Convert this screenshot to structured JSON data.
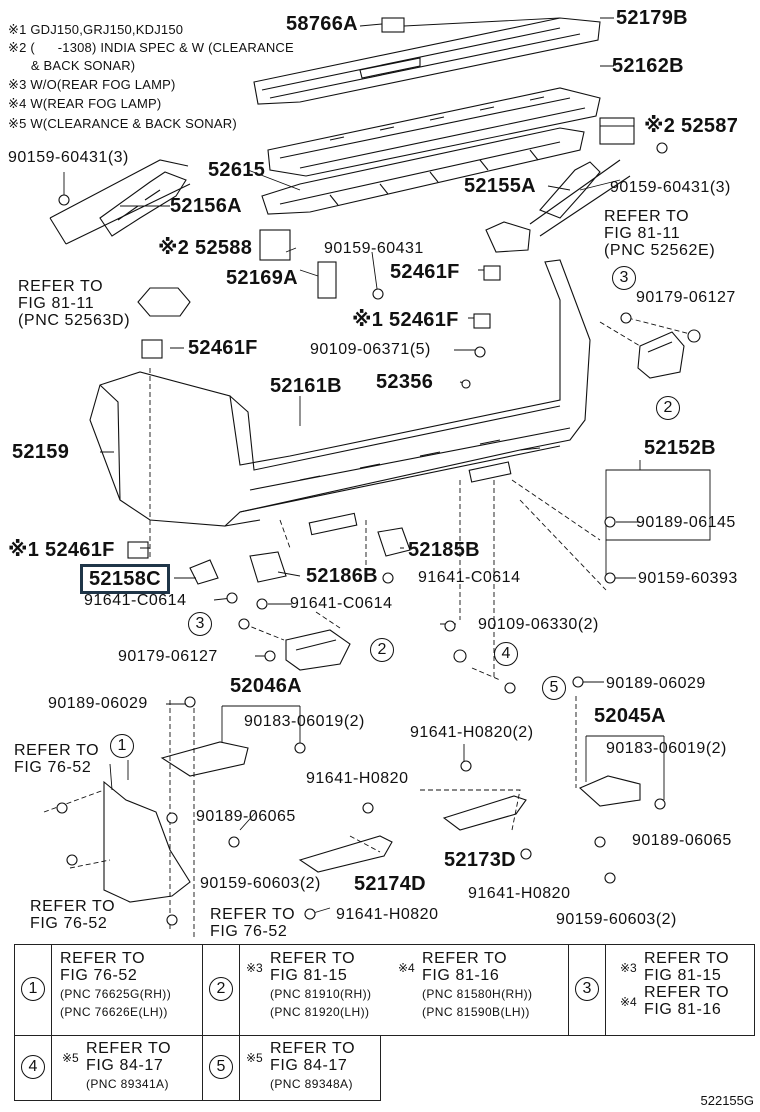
{
  "notes": [
    "※1 GDJ150,GRJ150,KDJ150",
    "※2 (      -1308) INDIA SPEC & W (CLEARANCE",
    "      & BACK SONAR)",
    "※3 W/O(REAR FOG LAMP)",
    "※4 W(REAR FOG LAMP)",
    "※5 W(CLEARANCE & BACK SONAR)"
  ],
  "labels": {
    "p58766A": "58766A",
    "p52179B": "52179B",
    "p52162B": "52162B",
    "p52587": "※2 52587",
    "p90159_60431_left": "90159-60431(3)",
    "p52615": "52615",
    "p52155A": "52155A",
    "p90159_60431_right": "90159-60431(3)",
    "p52156A": "52156A",
    "p52588": "※2 52588",
    "p90159_60431_mid": "90159-60431",
    "p52169A": "52169A",
    "p52461F_a": "52461F",
    "p52461F_b": "※1 52461F",
    "p52461F_c": "52461F",
    "p90179_06127_r": "90179-06127",
    "p90109_06371": "90109-06371(5)",
    "p52356": "52356",
    "p52161B": "52161B",
    "p52159": "52159",
    "p52152B": "52152B",
    "p90189_06145": "90189-06145",
    "p52461F_d": "※1 52461F",
    "p52158C": "52158C",
    "p52185B": "52185B",
    "p52186B": "52186B",
    "p91641_C0614_a": "91641-C0614",
    "p91641_C0614_b": "91641-C0614",
    "p91641_C0614_c": "91641-C0614",
    "p90159_60393": "90159-60393",
    "p90109_06330": "90109-06330(2)",
    "p90179_06127_l": "90179-06127",
    "p52046A": "52046A",
    "p90189_06029_l": "90189-06029",
    "p90183_06019_l": "90183-06019(2)",
    "p90189_06029_r": "90189-06029",
    "p52045A": "52045A",
    "p91641_H0820_2": "91641-H0820(2)",
    "p90183_06019_r": "90183-06019(2)",
    "p91641_H0820_a": "91641-H0820",
    "p90189_06065_l": "90189-06065",
    "p90189_06065_r": "90189-06065",
    "p52173D": "52173D",
    "p90159_60603_l": "90159-60603(2)",
    "p52174D": "52174D",
    "p91641_H0820_b": "91641-H0820",
    "p90159_60603_r": "90159-60603(2)",
    "p91641_H0820_c": "91641-H0820"
  },
  "refs": {
    "fig81_11_right": "REFER TO\nFIG 81-11\n(PNC 52562E)",
    "fig81_11_left": "REFER TO\nFIG 81-11\n(PNC 52563D)",
    "fig76_52_a": "REFER TO\nFIG 76-52",
    "fig76_52_b": "REFER TO\nFIG 76-52",
    "fig76_52_c": "REFER TO\nFIG 76-52"
  },
  "circles": {
    "c1": "1",
    "c2a": "2",
    "c2b": "2",
    "c3a": "3",
    "c3b": "3",
    "c4": "4",
    "c5": "5"
  },
  "legend": {
    "r1": {
      "n1": "1",
      "t1": "REFER TO\nFIG 76-52",
      "p1a": "(PNC 76625G(RH))",
      "p1b": "(PNC 76626E(LH))",
      "n2": "2",
      "m2a": "※3",
      "t2a": "REFER TO\nFIG 81-15",
      "p2a1": "(PNC 81910(RH))",
      "p2a2": "(PNC 81920(LH))",
      "m2b": "※4",
      "t2b": "REFER TO\nFIG 81-16",
      "p2b1": "(PNC 81580H(RH))",
      "p2b2": "(PNC 81590B(LH))",
      "n3": "3",
      "m3a": "※3",
      "t3a": "REFER TO\nFIG 81-15",
      "m3b": "※4",
      "t3b": "REFER TO\nFIG 81-16"
    },
    "r2": {
      "n4": "4",
      "m4": "※5",
      "t4": "REFER TO\nFIG 84-17",
      "p4": "(PNC 89341A)",
      "n5": "5",
      "m5": "※5",
      "t5": "REFER TO\nFIG 84-17",
      "p5": "(PNC 89348A)"
    }
  },
  "figure_id": "522155G"
}
